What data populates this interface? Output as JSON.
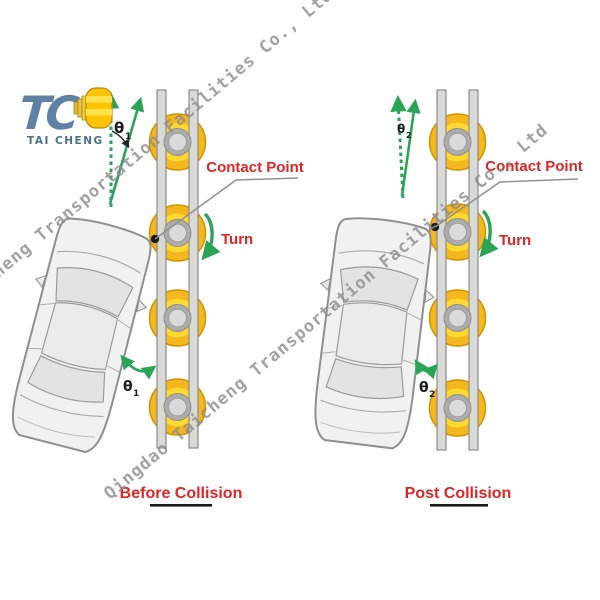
{
  "logo": {
    "abbr": "TC",
    "name": "TAI CHENG"
  },
  "watermark": {
    "text": "Qingdao Taicheng Transportation Facilities Co., Ltd"
  },
  "labels": {
    "contact_point": "Contact Point",
    "turn": "Turn"
  },
  "angles": {
    "theta": "θ",
    "sub1": "1",
    "sub2": "2"
  },
  "panels": {
    "before": {
      "caption": "Before Collision"
    },
    "post": {
      "caption": "Post Collision"
    }
  },
  "colors": {
    "accent_red": "#E02525",
    "arrow_green": "#2AA558",
    "roller_yellow": "#F4B71E",
    "roller_inner_yellow": "#FFD92E",
    "hub_gray": "#ACACAC",
    "rail_gray": "#D9D9D6",
    "watermark_gray": "#8D8D8D",
    "logo_blue": "#5E81A4"
  }
}
